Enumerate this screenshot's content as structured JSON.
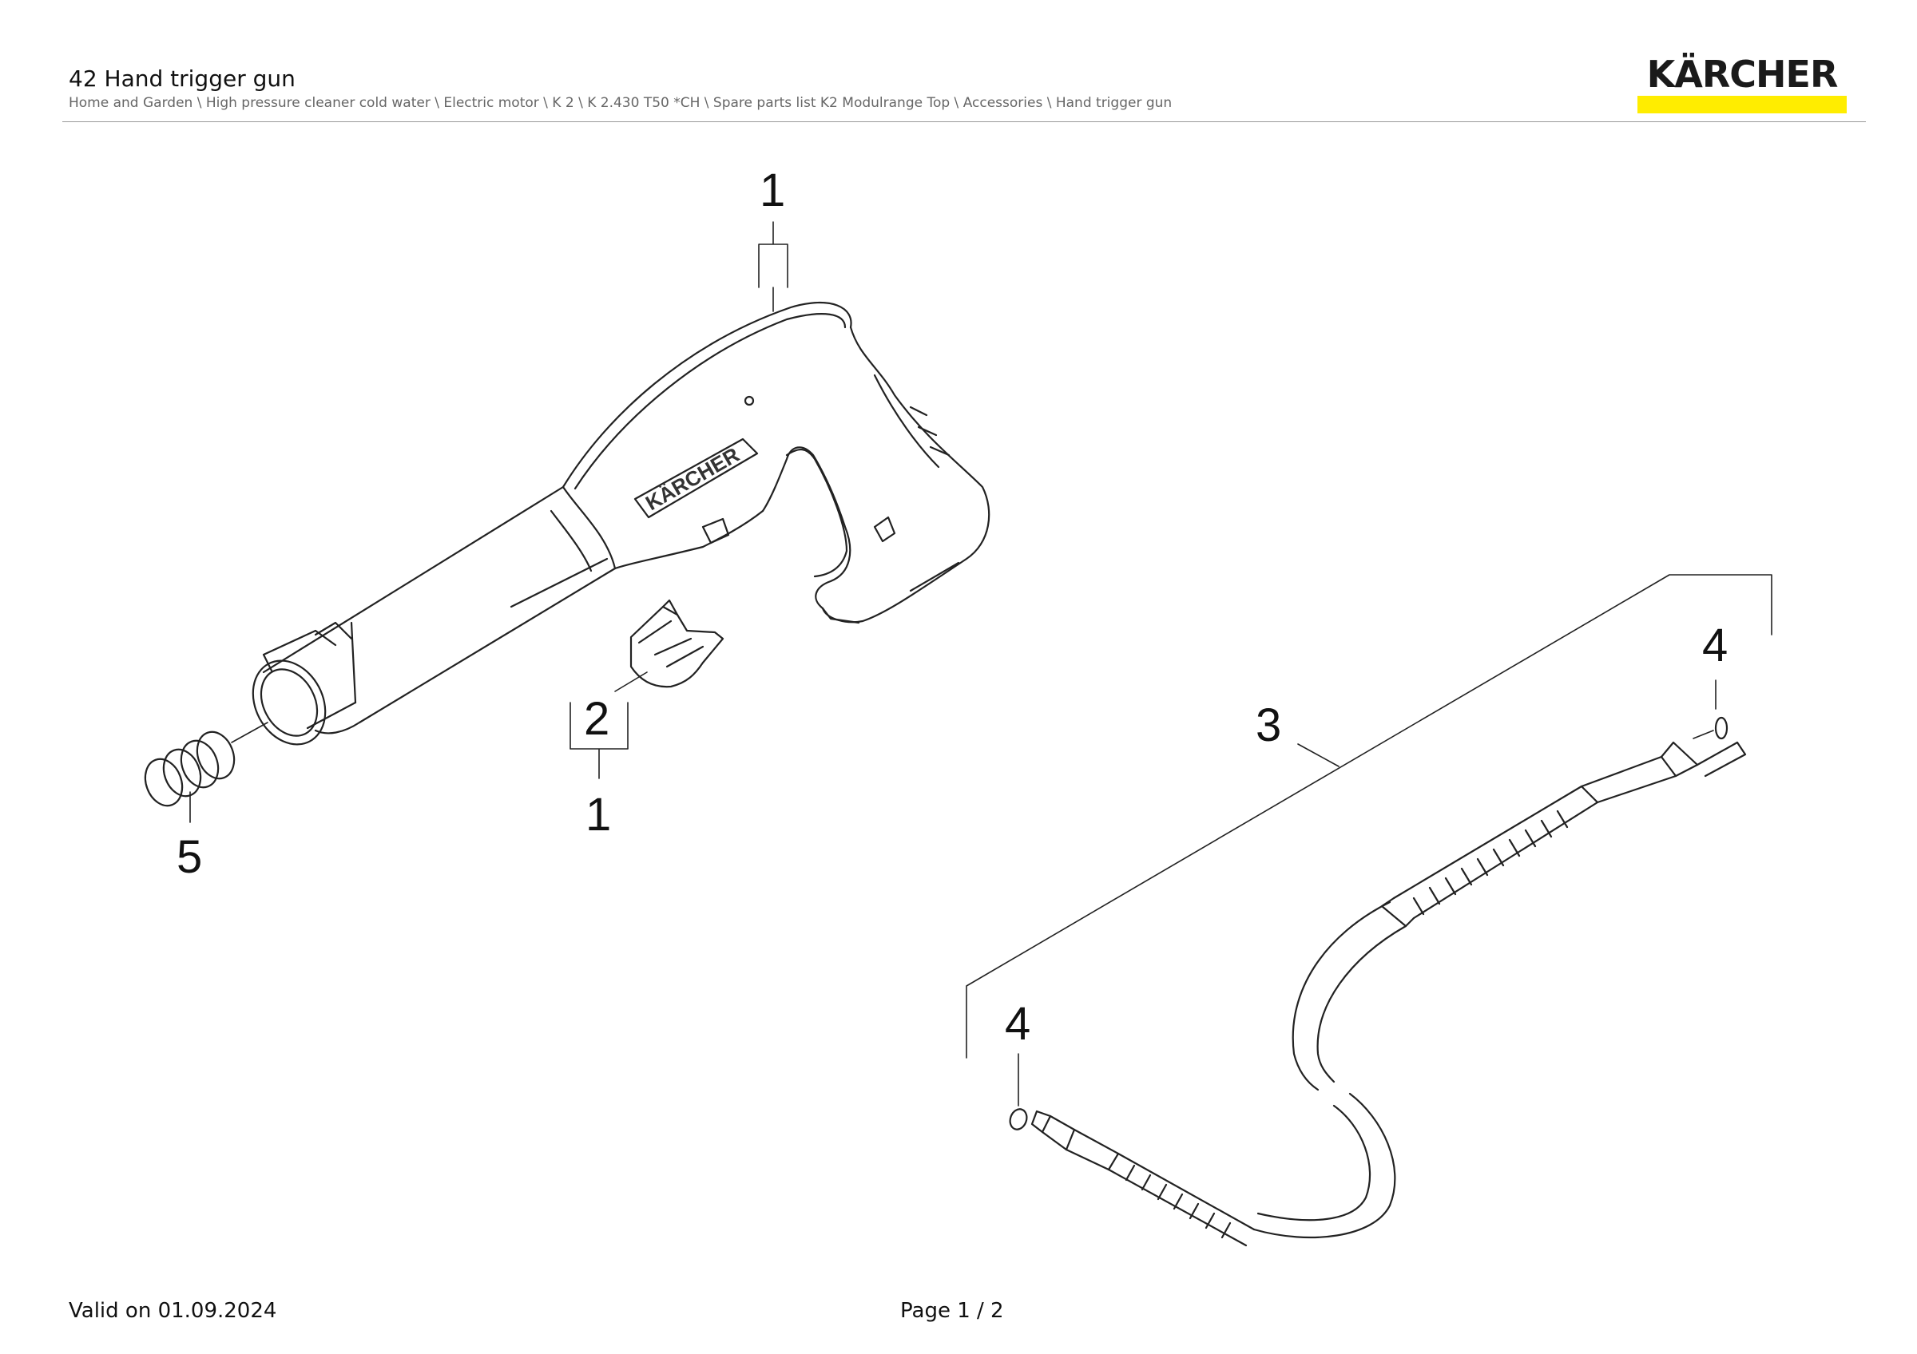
{
  "header": {
    "title": "42 Hand trigger gun",
    "breadcrumb": "Home and Garden \\ High pressure cleaner cold water \\ Electric motor \\ K 2 \\ K 2.430 T50 *CH \\ Spare parts list K2 Modulrange Top \\ Accessories \\ Hand trigger gun"
  },
  "brand": {
    "logo_text": "KÄRCHER",
    "accent_color": "#ffed00",
    "gun_label": "KÄRCHER"
  },
  "callouts": {
    "gun_top": "1",
    "clip_part": "2",
    "clip_group": "1",
    "spring": "5",
    "hose": "3",
    "oring_right": "4",
    "oring_left": "4"
  },
  "footer": {
    "valid": "Valid on 01.09.2024",
    "page": "Page 1 / 2"
  }
}
